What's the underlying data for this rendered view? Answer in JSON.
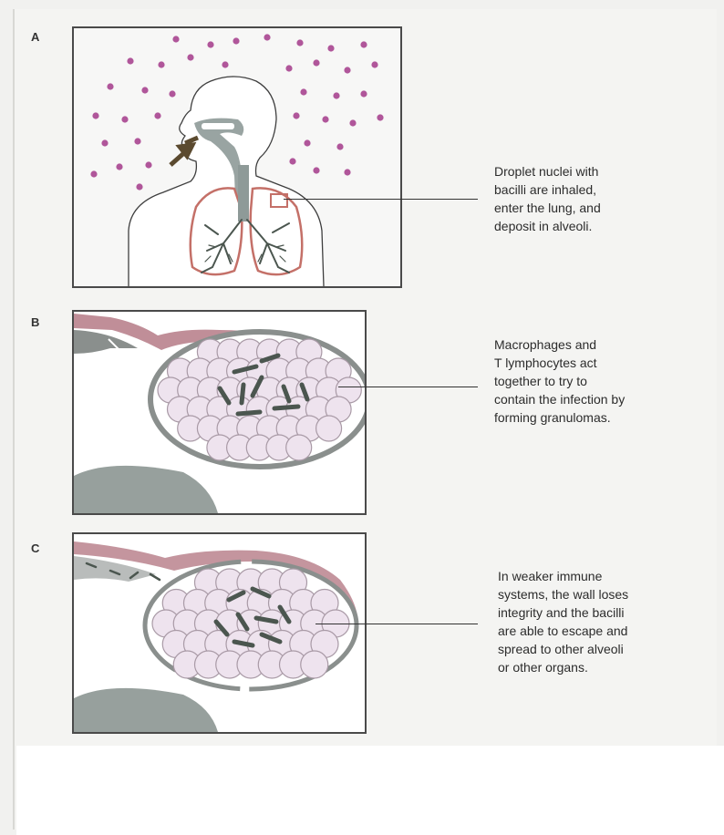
{
  "panels": [
    {
      "letter": "A",
      "caption": "Droplet nuclei with\nbacilli are inhaled,\nenter the lung, and\ndeposit in alveoli."
    },
    {
      "letter": "B",
      "caption": "Macrophages and\nT lymphocytes act\ntogether to try to\ncontain the infection by\nforming granulomas."
    },
    {
      "letter": "C",
      "caption": "In weaker immune\nsystems, the wall loses\nintegrity and the bacilli\nare able to escape and\nspread to other alveoli\nor other organs."
    }
  ],
  "colors": {
    "droplet": "#b0569a",
    "lung_outline": "#c47068",
    "airway": "#8e9a98",
    "macrophage_fill": "#eee3ee",
    "macrophage_stroke": "#a99aa6",
    "bacilli": "#4b564f",
    "alveolar_wall": "#8a8f8d",
    "wall_pink": "#b57a86",
    "organ_grey": "#97a09d"
  }
}
